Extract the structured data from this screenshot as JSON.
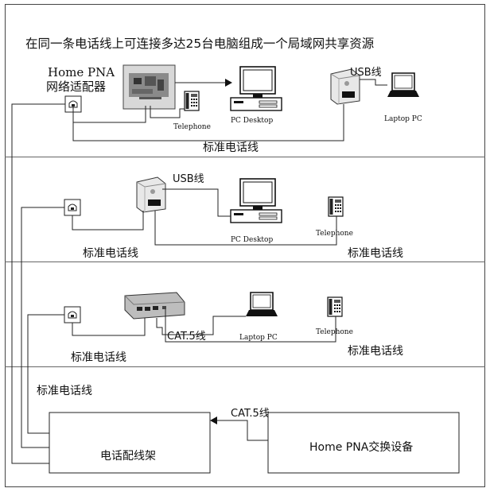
{
  "title": "在同一条电话线上可连接多达25台电脑组成一个局域网共享资源",
  "adapter_label_line1": "Home PNA",
  "adapter_label_line2": "网络适配器",
  "labels": {
    "usb": "USB线",
    "telephone": "Telephone",
    "pc_desktop": "PC Desktop",
    "laptop_pc": "Laptop PC",
    "std_phone_line": "标准电话线",
    "cat5": "CAT.5线",
    "patch_panel": "电话配线架",
    "pna_switch": "Home PNA交换设备"
  }
}
